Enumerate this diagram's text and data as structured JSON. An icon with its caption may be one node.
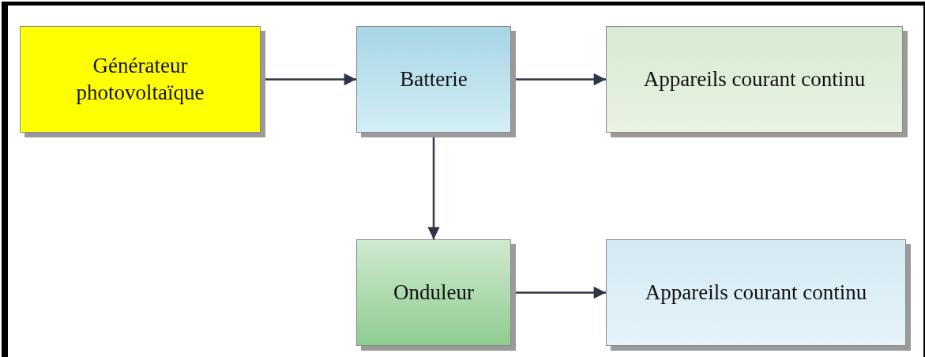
{
  "diagram": {
    "nodes": [
      {
        "text": [
          "Générateur photovoltaïque"
        ]
      },
      {
        "text": [
          "Batterie"
        ]
      },
      {
        "text": [
          "Appareils courant continu"
        ]
      },
      {
        "text": [
          "Onduleur"
        ]
      },
      {
        "text": [
          "Appareils courant continu"
        ]
      }
    ],
    "edges": [
      {
        "from": 0,
        "to": 1,
        "arrow": "to"
      },
      {
        "from": 1,
        "to": 2,
        "arrow": "to"
      },
      {
        "from": 1,
        "to": 3,
        "arrow": "to"
      },
      {
        "from": 3,
        "to": 4,
        "arrow": "to"
      }
    ]
  }
}
